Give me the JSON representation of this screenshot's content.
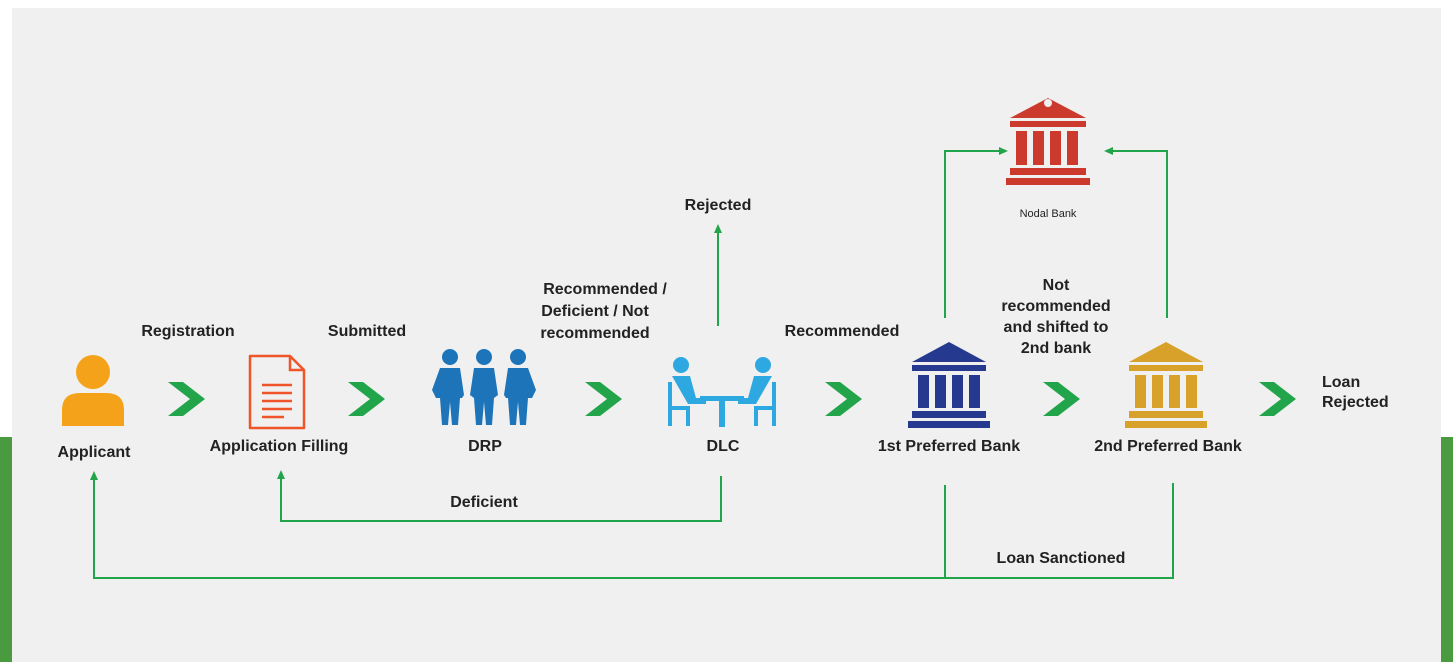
{
  "nodes": {
    "applicant": "Applicant",
    "application": "Application Filling",
    "drp": "DRP",
    "dlc": "DLC",
    "bank1": "1st Preferred Bank",
    "bank2": "2nd Preferred Bank",
    "nodal": "Nodal Bank"
  },
  "edges": {
    "registration": "Registration",
    "submitted": "Submitted",
    "drp_outcome_1": "Recommended /",
    "drp_outcome_2": "Deficient / Not",
    "drp_outcome_3": "recommended",
    "rejected": "Rejected",
    "recommended": "Recommended",
    "not_rec_1": "Not",
    "not_rec_2": "recommended",
    "not_rec_3": "and shifted to",
    "not_rec_4": "2nd bank",
    "loan_rejected_1": "Loan",
    "loan_rejected_2": "Rejected",
    "deficient": "Deficient",
    "loan_sanctioned": "Loan Sanctioned"
  },
  "colors": {
    "applicant": "#f5a21b",
    "document": "#f0552a",
    "drp": "#1e74b9",
    "dlc": "#2ea8e0",
    "bank1": "#253a8e",
    "bank2": "#d8a12a",
    "nodal": "#cc3a2e",
    "arrow": "#22a54a",
    "line": "#22a54a"
  }
}
